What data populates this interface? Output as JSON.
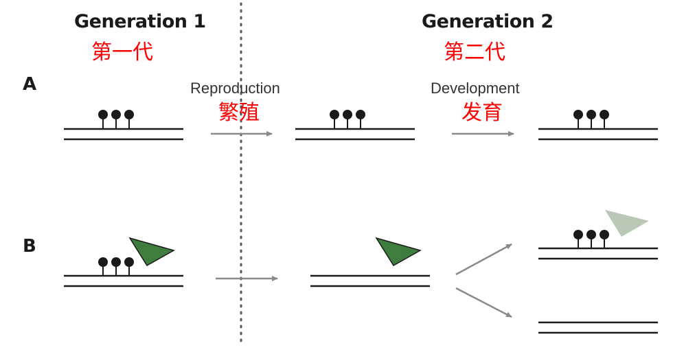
{
  "headers": {
    "gen1": "Generation 1",
    "gen1_cn": "第一代",
    "gen2": "Generation 2",
    "gen2_cn": "第二代"
  },
  "rows": {
    "a": "A",
    "b": "B"
  },
  "steps": {
    "reproduction": "Reproduction",
    "reproduction_cn": "繁殖",
    "development": "Development",
    "development_cn": "发育"
  },
  "colors": {
    "strand": "#1a1a1a",
    "arrow": "#8a8a8a",
    "divider": "#555555",
    "factor": "#3e7d3e",
    "factor_faded": "#b9c8b5",
    "translation_text": "#ff0000"
  }
}
